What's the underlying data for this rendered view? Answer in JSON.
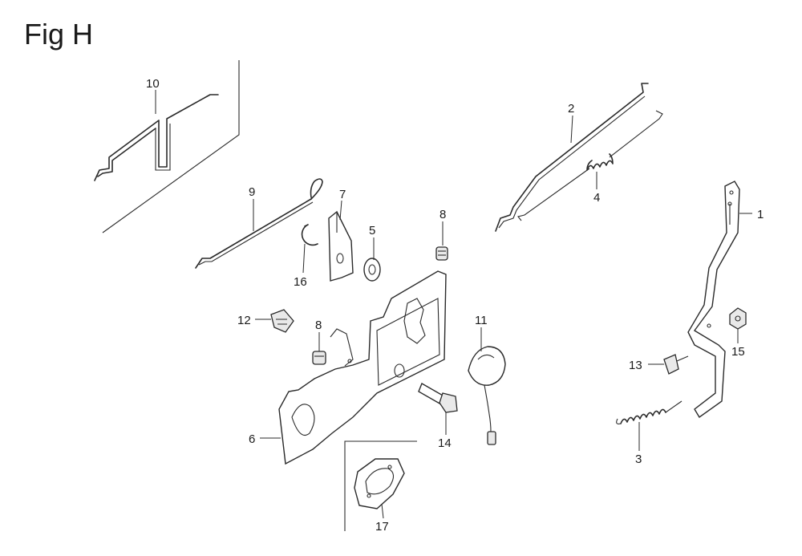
{
  "figure": {
    "title": "Fig H"
  },
  "callouts": [
    {
      "id": "c10",
      "label": "10"
    },
    {
      "id": "c2",
      "label": "2"
    },
    {
      "id": "c9",
      "label": "9"
    },
    {
      "id": "c7",
      "label": "7"
    },
    {
      "id": "c8a",
      "label": "8"
    },
    {
      "id": "c5",
      "label": "5"
    },
    {
      "id": "c4",
      "label": "4"
    },
    {
      "id": "c1",
      "label": "1"
    },
    {
      "id": "c16",
      "label": "16"
    },
    {
      "id": "c11",
      "label": "11"
    },
    {
      "id": "c12",
      "label": "12"
    },
    {
      "id": "c8b",
      "label": "8"
    },
    {
      "id": "c15",
      "label": "15"
    },
    {
      "id": "c13",
      "label": "13"
    },
    {
      "id": "c6",
      "label": "6"
    },
    {
      "id": "c14",
      "label": "14"
    },
    {
      "id": "c3",
      "label": "3"
    },
    {
      "id": "c17",
      "label": "17"
    }
  ]
}
